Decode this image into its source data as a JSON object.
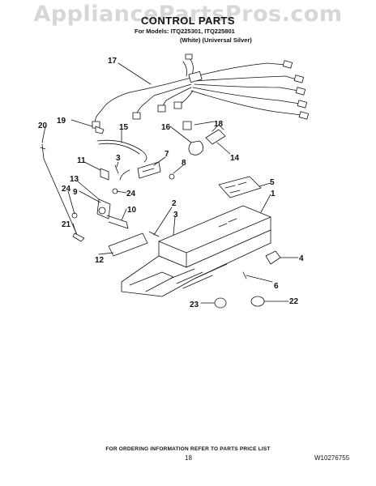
{
  "watermark": "AppliancePartsPros.com",
  "header": {
    "title": "CONTROL PARTS",
    "models": "For Models: ITQ225301, ITQ225801",
    "variants": "(White) (Universal Silver)"
  },
  "callouts": [
    "17",
    "19",
    "15",
    "20",
    "18",
    "16",
    "14",
    "11",
    "3",
    "7",
    "8",
    "9",
    "13",
    "24",
    "24",
    "10",
    "5",
    "1",
    "21",
    "2",
    "3",
    "12",
    "4",
    "6",
    "22",
    "23"
  ],
  "footer": {
    "note": "FOR ORDERING INFORMATION REFER TO PARTS PRICE LIST",
    "page": "18",
    "doc": "W10276755"
  }
}
